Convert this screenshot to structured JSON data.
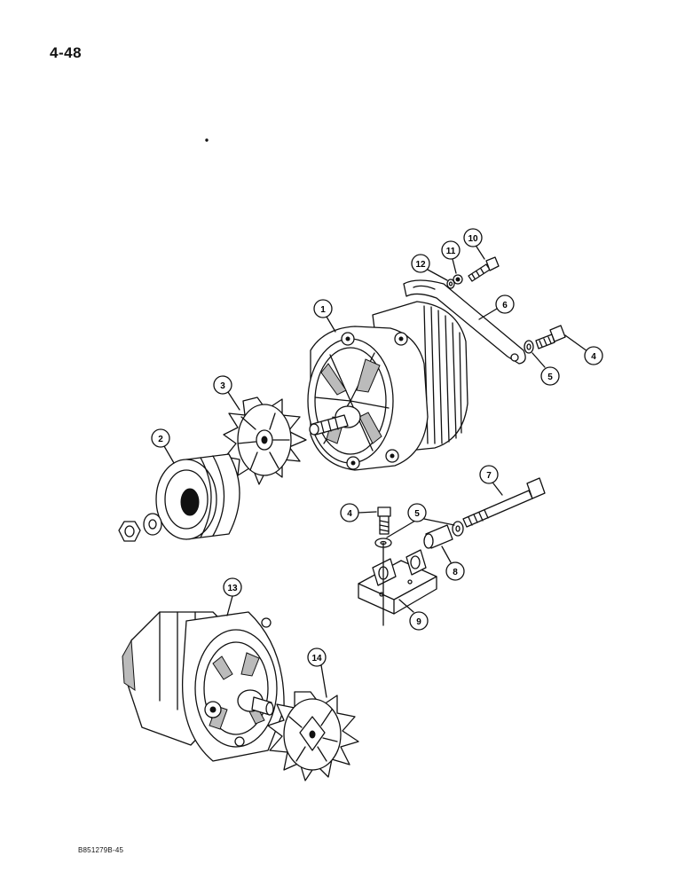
{
  "page": {
    "number": "4-48",
    "figure_code": "B851279B-45"
  },
  "callouts": [
    {
      "id": "c1",
      "label": "1"
    },
    {
      "id": "c2",
      "label": "2"
    },
    {
      "id": "c3",
      "label": "3"
    },
    {
      "id": "c4a",
      "label": "4"
    },
    {
      "id": "c4b",
      "label": "4"
    },
    {
      "id": "c5a",
      "label": "5"
    },
    {
      "id": "c5b",
      "label": "5"
    },
    {
      "id": "c6",
      "label": "6"
    },
    {
      "id": "c7",
      "label": "7"
    },
    {
      "id": "c8",
      "label": "8"
    },
    {
      "id": "c9",
      "label": "9"
    },
    {
      "id": "c10",
      "label": "10"
    },
    {
      "id": "c11",
      "label": "11"
    },
    {
      "id": "c12",
      "label": "12"
    },
    {
      "id": "c13",
      "label": "13"
    },
    {
      "id": "c14",
      "label": "14"
    }
  ]
}
